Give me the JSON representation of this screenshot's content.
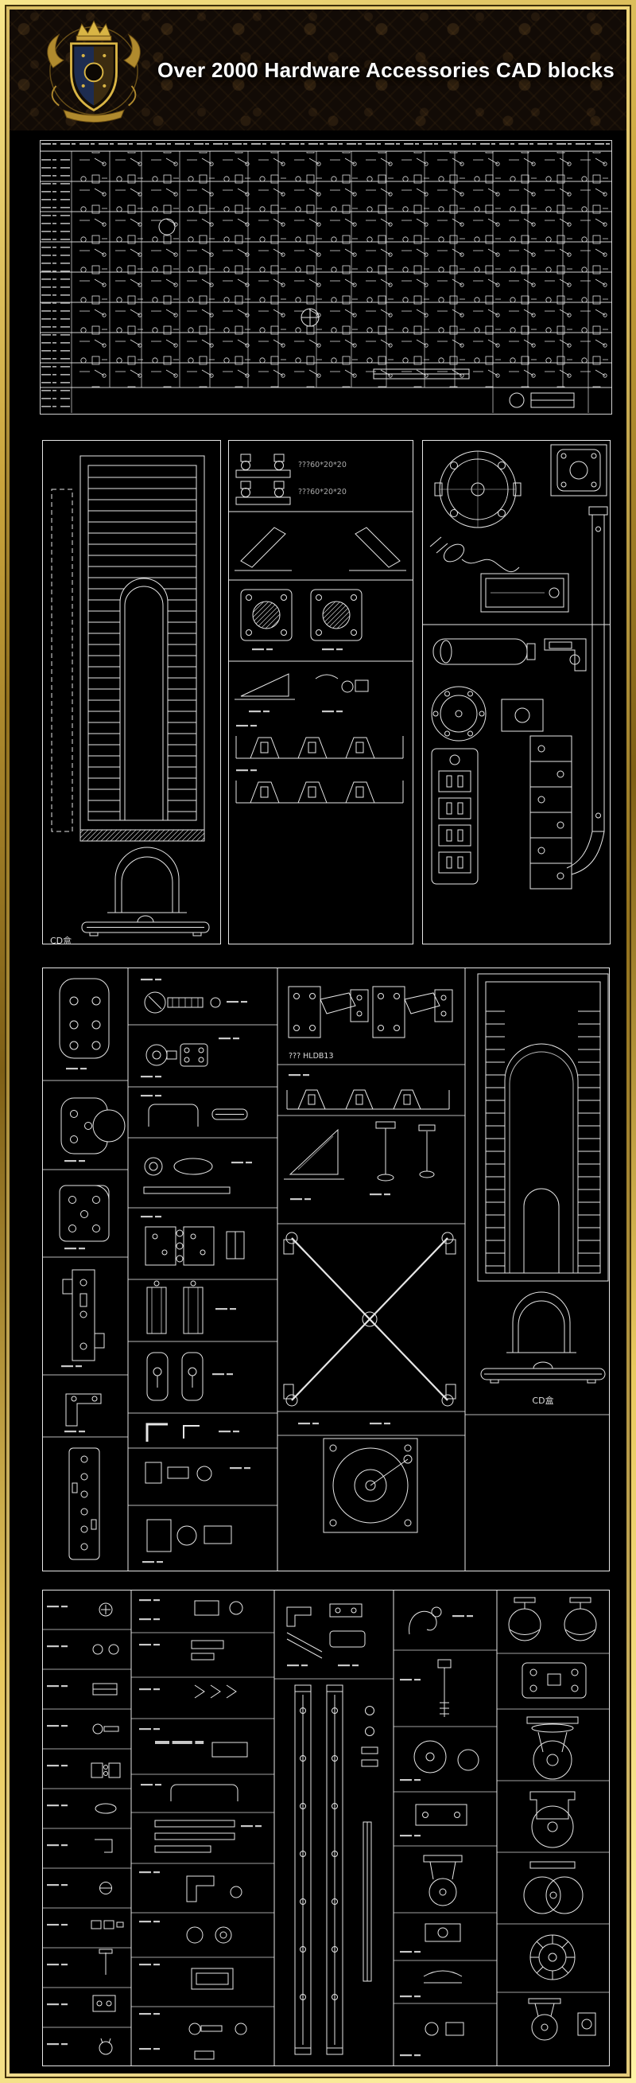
{
  "header": {
    "title": "Over 2000 Hardware Accessories CAD blocks"
  },
  "labels": {
    "cd_box_1": "CD盒",
    "cd_box_2": "CD盒",
    "dim_top_1": "???60*20*20",
    "dim_top_2": "???60*20*20",
    "model_hldb": "??? HLDB13"
  },
  "colors": {
    "frame_gold_light": "#f8e68c",
    "frame_gold": "#caa53d",
    "frame_gold_dark": "#7e5f16",
    "background": "#000000",
    "header_background": "#120b06",
    "line_color": "#e6e6e6",
    "title_color": "#ffffff"
  }
}
